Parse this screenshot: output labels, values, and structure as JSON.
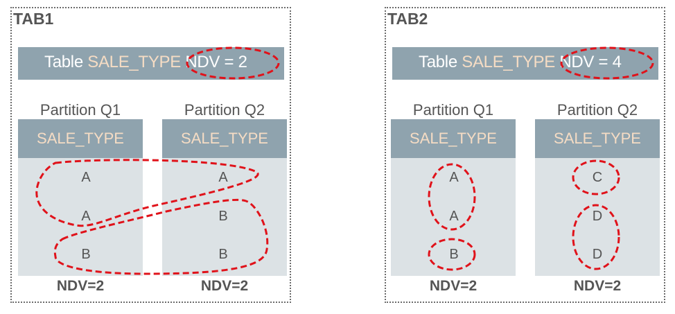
{
  "panels": [
    {
      "title": "TAB1",
      "table_bar": {
        "prefix": "Table",
        "column": "SALE_TYPE",
        "ndv": "NDV = 2"
      },
      "partitions": [
        {
          "label": "Partition Q1",
          "column": "SALE_TYPE",
          "values": [
            "A",
            "A",
            "B"
          ],
          "ndv": "NDV=2"
        },
        {
          "label": "Partition Q2",
          "column": "SALE_TYPE",
          "values": [
            "A",
            "B",
            "B"
          ],
          "ndv": "NDV=2"
        }
      ]
    },
    {
      "title": "TAB2",
      "table_bar": {
        "prefix": "Table",
        "column": "SALE_TYPE",
        "ndv": "NDV = 4"
      },
      "partitions": [
        {
          "label": "Partition Q1",
          "column": "SALE_TYPE",
          "values": [
            "A",
            "A",
            "B"
          ],
          "ndv": "NDV=2"
        },
        {
          "label": "Partition Q2",
          "column": "SALE_TYPE",
          "values": [
            "C",
            "D",
            "D"
          ],
          "ndv": "NDV=2"
        }
      ]
    }
  ],
  "colors": {
    "header_fill": "#8fa3ae",
    "body_fill": "#dce2e5",
    "column_text": "#f5dcc4",
    "text": "#555555",
    "highlight": "#e0121a"
  }
}
